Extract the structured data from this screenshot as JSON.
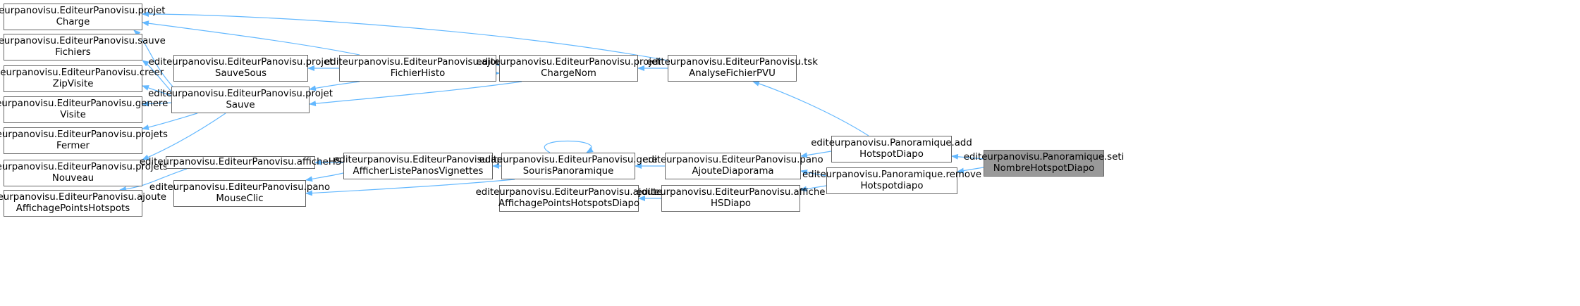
{
  "colors": {
    "edge": "#63b8ff",
    "node_border": "#666666",
    "root_fill": "#999999"
  },
  "nodes": {
    "projetCharge": "editeurpanovisu.EditeurPanovisu.projet\nCharge",
    "sauveFichiers": "editeurpanovisu.EditeurPanovisu.sauve\nFichiers",
    "creerZipVisite": "editeurpanovisu.EditeurPanovisu.creer\nZipVisite",
    "genereVisite": "editeurpanovisu.EditeurPanovisu.genere\nVisite",
    "projetsFermer": "editeurpanovisu.EditeurPanovisu.projets\nFermer",
    "projetsNouveau": "editeurpanovisu.EditeurPanovisu.projets\nNouveau",
    "ajouteAffichagePointsHotspots": "editeurpanovisu.EditeurPanovisu.ajoute\nAffichagePointsHotspots",
    "projetSauveSous": "editeurpanovisu.EditeurPanovisu.projet\nSauveSous",
    "projetSauve": "editeurpanovisu.EditeurPanovisu.projet\nSauve",
    "afficheHS": "editeurpanovisu.EditeurPanovisu.afficheHS",
    "panoMouseClic": "editeurpanovisu.EditeurPanovisu.pano\nMouseClic",
    "ajouteFichierHisto": "editeurpanovisu.EditeurPanovisu.ajoute\nFichierHisto",
    "apAfficherListePanosVignettes": "editeurpanovisu.EditeurPanovisu.ap\nAfficherListePanosVignettes",
    "projetChargeNom": "editeurpanovisu.EditeurPanovisu.projet\nChargeNom",
    "gereSourisPanoramique": "editeurpanovisu.EditeurPanovisu.gere\nSourisPanoramique",
    "ajouteAffichagePointsHotspotsDiapo": "editeurpanovisu.EditeurPanovisu.ajoute\nAffichagePointsHotspotsDiapo",
    "tskAnalyseFichierPVU": "editeurpanovisu.EditeurPanovisu.tsk\nAnalyseFichierPVU",
    "panoAjouteDiaporama": "editeurpanovisu.EditeurPanovisu.pano\nAjouteDiaporama",
    "afficheHSDiapo": "editeurpanovisu.EditeurPanovisu.affiche\nHSDiapo",
    "addHotspotDiapo": "editeurpanovisu.Panoramique.add\nHotspotDiapo",
    "removeHotspotdiapo": "editeurpanovisu.Panoramique.remove\nHotspotdiapo",
    "setiNombreHotspotDiapo": "editeurpanovisu.Panoramique.seti\nNombreHotspotDiapo"
  },
  "edges": [
    [
      "setiNombreHotspotDiapo",
      "addHotspotDiapo"
    ],
    [
      "setiNombreHotspotDiapo",
      "removeHotspotdiapo"
    ],
    [
      "addHotspotDiapo",
      "tskAnalyseFichierPVU"
    ],
    [
      "addHotspotDiapo",
      "panoAjouteDiaporama"
    ],
    [
      "removeHotspotdiapo",
      "panoAjouteDiaporama"
    ],
    [
      "removeHotspotdiapo",
      "afficheHSDiapo"
    ],
    [
      "tskAnalyseFichierPVU",
      "projetChargeNom"
    ],
    [
      "tskAnalyseFichierPVU",
      "projetCharge"
    ],
    [
      "panoAjouteDiaporama",
      "gereSourisPanoramique"
    ],
    [
      "afficheHSDiapo",
      "ajouteAffichagePointsHotspotsDiapo"
    ],
    [
      "projetChargeNom",
      "ajouteFichierHisto"
    ],
    [
      "projetChargeNom",
      "projetSauve"
    ],
    [
      "ajouteFichierHisto",
      "projetChargeNom"
    ],
    [
      "ajouteFichierHisto",
      "projetCharge"
    ],
    [
      "ajouteFichierHisto",
      "projetSauveSous"
    ],
    [
      "ajouteFichierHisto",
      "projetSauve"
    ],
    [
      "gereSourisPanoramique",
      "gereSourisPanoramique"
    ],
    [
      "gereSourisPanoramique",
      "apAfficherListePanosVignettes"
    ],
    [
      "gereSourisPanoramique",
      "panoMouseClic"
    ],
    [
      "apAfficherListePanosVignettes",
      "afficheHS"
    ],
    [
      "apAfficherListePanosVignettes",
      "panoMouseClic"
    ],
    [
      "afficheHS",
      "ajouteAffichagePointsHotspots"
    ],
    [
      "projetSauve",
      "projetCharge"
    ],
    [
      "projetSauve",
      "sauveFichiers"
    ],
    [
      "projetSauve",
      "creerZipVisite"
    ],
    [
      "projetSauve",
      "genereVisite"
    ],
    [
      "projetSauve",
      "projetsFermer"
    ],
    [
      "projetSauve",
      "projetsNouveau"
    ]
  ]
}
